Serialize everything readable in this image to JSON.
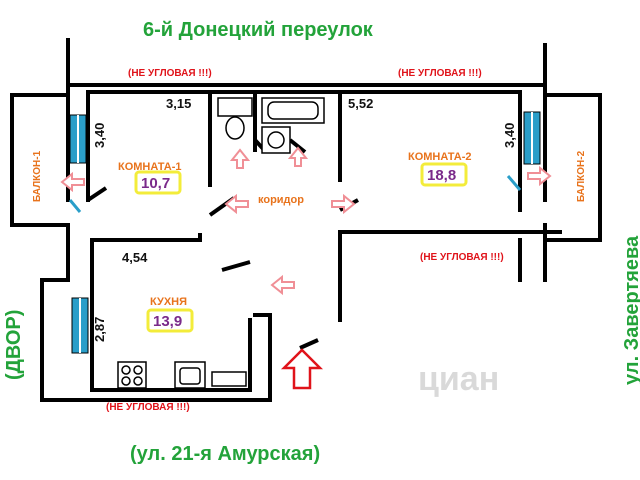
{
  "streets": {
    "top": "6-й Донецкий переулок",
    "bottom": "(ул. 21-я Амурская)",
    "left": "(ДВОР)",
    "right": "ул. Завертяева"
  },
  "notes": {
    "not_corner": "(НЕ УГЛОВАЯ !!!)"
  },
  "rooms": {
    "room1": {
      "label": "КОМНАТА-1",
      "area": "10,7",
      "width": "3,15",
      "depth": "3,40"
    },
    "room2": {
      "label": "КОМНАТА-2",
      "area": "18,8",
      "width": "5,52",
      "depth": "3,40"
    },
    "kitchen": {
      "label": "КУХНЯ",
      "area": "13,9",
      "width": "4,54",
      "depth": "2,87"
    },
    "corridor": {
      "label": "коридор"
    }
  },
  "balconies": {
    "b1": "БАЛКОН-1",
    "b2": "БАЛКОН-2"
  },
  "watermark": "циан",
  "colors": {
    "street": "#23a33a",
    "warning": "#e0131a",
    "room_label": "#e8731c",
    "area": "#7a2a8a",
    "area_box": "#f3ec3a",
    "wall": "#000000",
    "window": "#2a9ec9",
    "arrow": "#f08f96",
    "entry_arrow": "#e0131a"
  }
}
